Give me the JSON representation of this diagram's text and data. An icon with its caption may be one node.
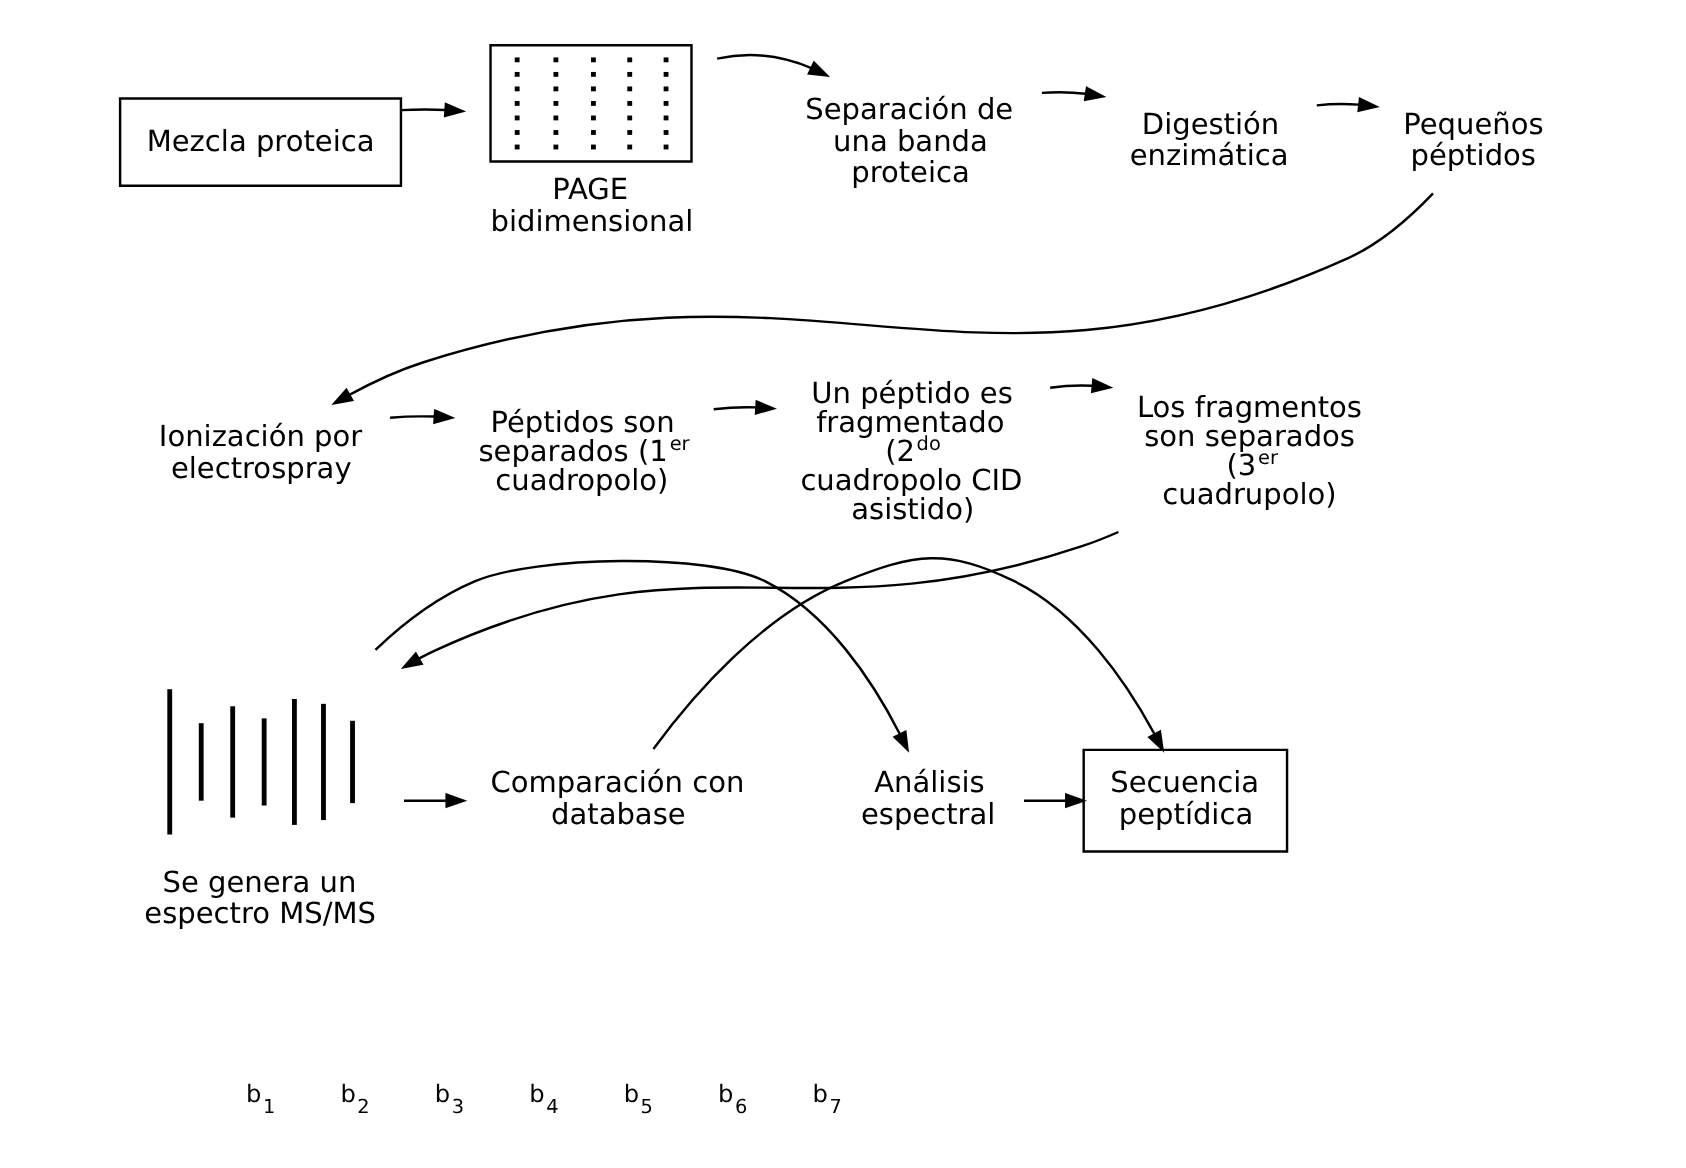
{
  "diagram": {
    "nodes": [
      {
        "text": [
          "Mezcla proteica"
        ]
      },
      {
        "text": [],
        "shape": "picture",
        "beside": [
          "PAGE bidimensional"
        ]
      },
      {
        "text": [
          "Separación de una banda proteica"
        ]
      },
      {
        "text": [
          "Digestión enzimática"
        ]
      },
      {
        "text": [
          "Pequeños péptidos"
        ]
      },
      {
        "text": [
          "Ionización por electrospray"
        ]
      },
      {
        "text": [
          "Péptidos son separados (1$^{er}$ cuadropolo)"
        ]
      },
      {
        "text": [
          "Un péptido es fragmentado (2$^{do}$ cuadropolo CID asistido)"
        ]
      },
      {
        "text": [
          "Los fragmentos son separados (3$^{er}$ cuadrupolo)"
        ]
      },
      {
        "text": [],
        "shape": "picture",
        "beside": [
          "Se genera un espectro MS/MS"
        ]
      },
      {
        "text": [
          "Análisis espectral"
        ]
      },
      {
        "text": [
          "Comparación con database"
        ]
      },
      {
        "text": [
          "Secuencia peptídica"
        ]
      }
    ],
    "edges": [
      {
        "from": 0,
        "to": 1,
        "arrow": "to"
      },
      {
        "from": 1,
        "to": 2,
        "arrow": "to"
      },
      {
        "from": 2,
        "to": 3,
        "arrow": "to"
      },
      {
        "from": 3,
        "to": 4,
        "arrow": "to"
      },
      {
        "from": 4,
        "to": 5,
        "arrow": "to"
      },
      {
        "from": 5,
        "to": 6,
        "arrow": "to"
      },
      {
        "from": 6,
        "to": 7,
        "arrow": "to"
      },
      {
        "from": 7,
        "to": 8,
        "arrow": "to"
      },
      {
        "from": 8,
        "to": 9,
        "arrow": "to"
      },
      {
        "from": 9,
        "to": 10,
        "arrow": "to"
      },
      {
        "from": 9,
        "to": 11,
        "arrow": "to"
      },
      {
        "from": 10,
        "to": 12,
        "arrow": "to"
      },
      {
        "from": 11,
        "to": 12,
        "arrow": "to"
      }
    ],
    "labels": [
      "b$_{1}$",
      "b$_{2}$",
      "b$_{3}$",
      "b$_{4}$",
      "b$_{5}$",
      "b$_{6}$",
      "b$_{7}$"
    ]
  }
}
